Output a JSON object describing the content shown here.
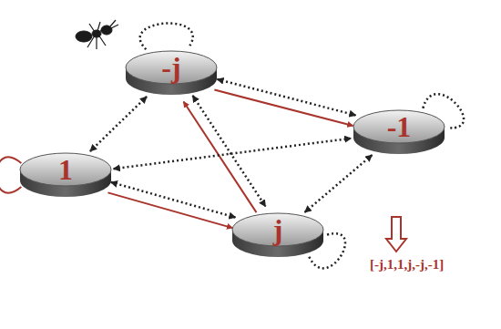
{
  "diagram": {
    "nodes": [
      {
        "text": [
          "-j"
        ]
      },
      {
        "text": [
          "-1"
        ]
      },
      {
        "text": [
          "1"
        ]
      },
      {
        "text": [
          "j"
        ]
      }
    ],
    "edges": [
      {
        "from": 2,
        "to": 3,
        "arrow": "to"
      },
      {
        "from": 3,
        "to": 0,
        "arrow": "to"
      },
      {
        "from": 0,
        "to": 1,
        "arrow": "to"
      },
      {
        "from": 2,
        "to": 2,
        "arrow": "none"
      },
      {
        "from": 0,
        "to": 1,
        "arrow": "both"
      },
      {
        "from": 0,
        "to": 2,
        "arrow": "both"
      },
      {
        "from": 0,
        "to": 3,
        "arrow": "both"
      },
      {
        "from": 2,
        "to": 1,
        "arrow": "both"
      },
      {
        "from": 2,
        "to": 3,
        "arrow": "both"
      },
      {
        "from": 1,
        "to": 3,
        "arrow": "both"
      },
      {
        "from": 0,
        "to": 0,
        "arrow": "none"
      },
      {
        "from": 1,
        "to": 1,
        "arrow": "none"
      },
      {
        "from": 3,
        "to": 3,
        "arrow": "none"
      }
    ],
    "labels": [
      "[-j,1,1,j,-j,-1]"
    ]
  }
}
